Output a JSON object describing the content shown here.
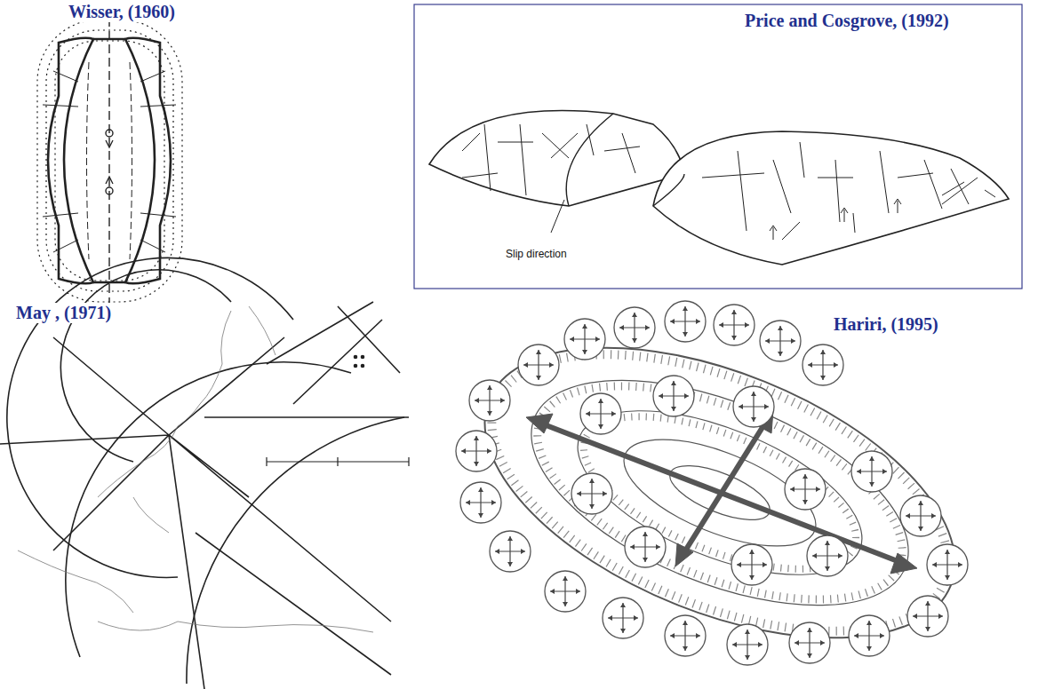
{
  "diagram": {
    "labels": [
      "Wisser, (1960)",
      "Price and Cosgrove, (1992)",
      "May , (1971)",
      "Hariri, (1995)",
      "Slip direction"
    ]
  }
}
